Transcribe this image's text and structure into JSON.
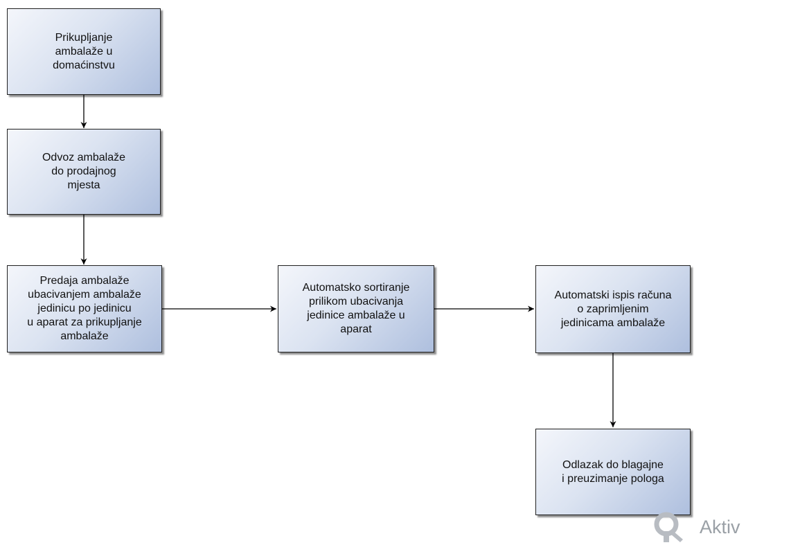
{
  "diagram": {
    "nodes": [
      {
        "id": "collect",
        "label": "Prikupljanje\nambalaže u\ndomaćinstvu"
      },
      {
        "id": "transport",
        "label": "Odvoz ambalaže\ndo prodajnog\nmjesta"
      },
      {
        "id": "handover",
        "label": "Predaja ambalaže\nubacivanjem ambalaže\njedinicu po jedinicu\nu aparat za prikupljanje\nambalaže"
      },
      {
        "id": "sorting",
        "label": "Automatsko sortiranje\nprilikom ubacivanja\njedinice ambalaže u\naparat"
      },
      {
        "id": "receipt",
        "label": "Automatski ispis računa\no zaprimljenim\njedinicama ambalaže"
      },
      {
        "id": "cashier",
        "label": "Odlazak do blagajne\ni preuzimanje pologa"
      }
    ],
    "edges": [
      {
        "from": "collect",
        "to": "transport"
      },
      {
        "from": "transport",
        "to": "handover"
      },
      {
        "from": "handover",
        "to": "sorting"
      },
      {
        "from": "sorting",
        "to": "receipt"
      },
      {
        "from": "receipt",
        "to": "cashier"
      }
    ]
  },
  "watermark": {
    "text": "Aktiv",
    "icon": "activation-key-icon",
    "color": "#9aa0a6"
  },
  "colors": {
    "node_border": "#1f1f1f",
    "node_fill_light": "#f4f6fb",
    "node_fill_dark": "#aebfde",
    "edge": "#000000"
  }
}
